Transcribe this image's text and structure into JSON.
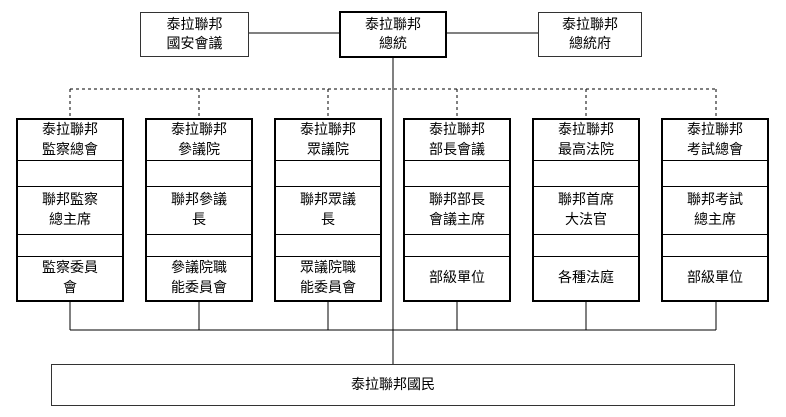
{
  "top": {
    "center": "泰拉聯邦\n總統",
    "left": "泰拉聯邦\n國安會議",
    "right": "泰拉聯邦\n總統府"
  },
  "branches": [
    {
      "id": "supervision",
      "title": "泰拉聯邦\n監察總會",
      "head": "聯邦監察\n總主席",
      "bottom": "監察委員\n會"
    },
    {
      "id": "senate",
      "title": "泰拉聯邦\n參議院",
      "head": "聯邦參議\n長",
      "bottom": "參議院職\n能委員會"
    },
    {
      "id": "house",
      "title": "泰拉聯邦\n眾議院",
      "head": "聯邦眾議\n長",
      "bottom": "眾議院職\n能委員會"
    },
    {
      "id": "cabinet",
      "title": "泰拉聯邦\n部長會議",
      "head": "聯邦部長\n會議主席",
      "bottom": "部級單位"
    },
    {
      "id": "court",
      "title": "泰拉聯邦\n最高法院",
      "head": "聯邦首席\n大法官",
      "bottom": "各種法庭"
    },
    {
      "id": "exam",
      "title": "泰拉聯邦\n考試總會",
      "head": "聯邦考試\n總主席",
      "bottom": "部級單位"
    }
  ],
  "citizens": "泰拉聯邦國民"
}
